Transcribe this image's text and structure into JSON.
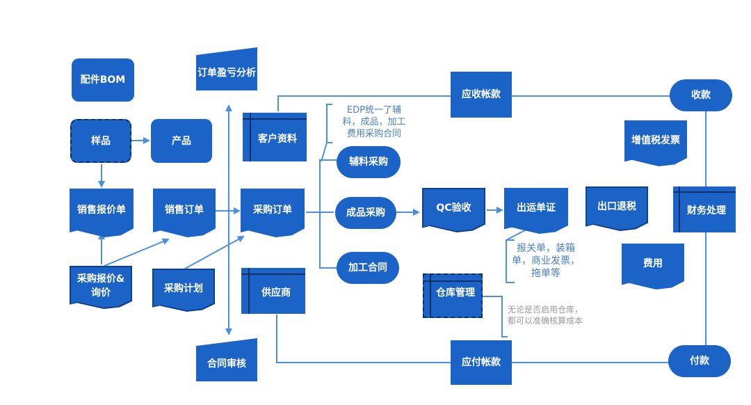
{
  "nodes": {
    "bom": "配件BOM",
    "order_profit": "订单盈亏分析",
    "sample": "样品",
    "product": "产品",
    "customer": "客户资料",
    "sales_quote": "销售报价单",
    "sales_order": "销售订单",
    "purchase_order": "采购订单",
    "purchase_quote": "采购报价&询价",
    "purchase_plan": "采购计划",
    "supplier": "供应商",
    "contract_review": "合同审核",
    "aux_purchase": "辅料采购",
    "finished_purchase": "成品采购",
    "processing_contract": "加工合同",
    "qc": "QC验收",
    "shipping_docs": "出运单证",
    "export_refund": "出口退税",
    "warehouse": "仓库管理",
    "receivable": "应收帐款",
    "payable": "应付帐款",
    "receipt": "收款",
    "payment": "付款",
    "vat_invoice": "增值税发票",
    "finance": "财务处理",
    "expense": "费用"
  },
  "notes": {
    "edp": [
      "EDP统一了辅",
      "料，成品，加工",
      "费用采购合同"
    ],
    "customs": [
      "报关单，装箱",
      "单，商业发票，",
      "拖单等"
    ],
    "warehouse_note": [
      "无论是否启用仓库，",
      "都可以准确核算成本"
    ]
  },
  "colors": {
    "node": "#1b63c6",
    "dark": "#0f3f86",
    "line": "#4a90e2",
    "note": "#4a7ec8"
  }
}
